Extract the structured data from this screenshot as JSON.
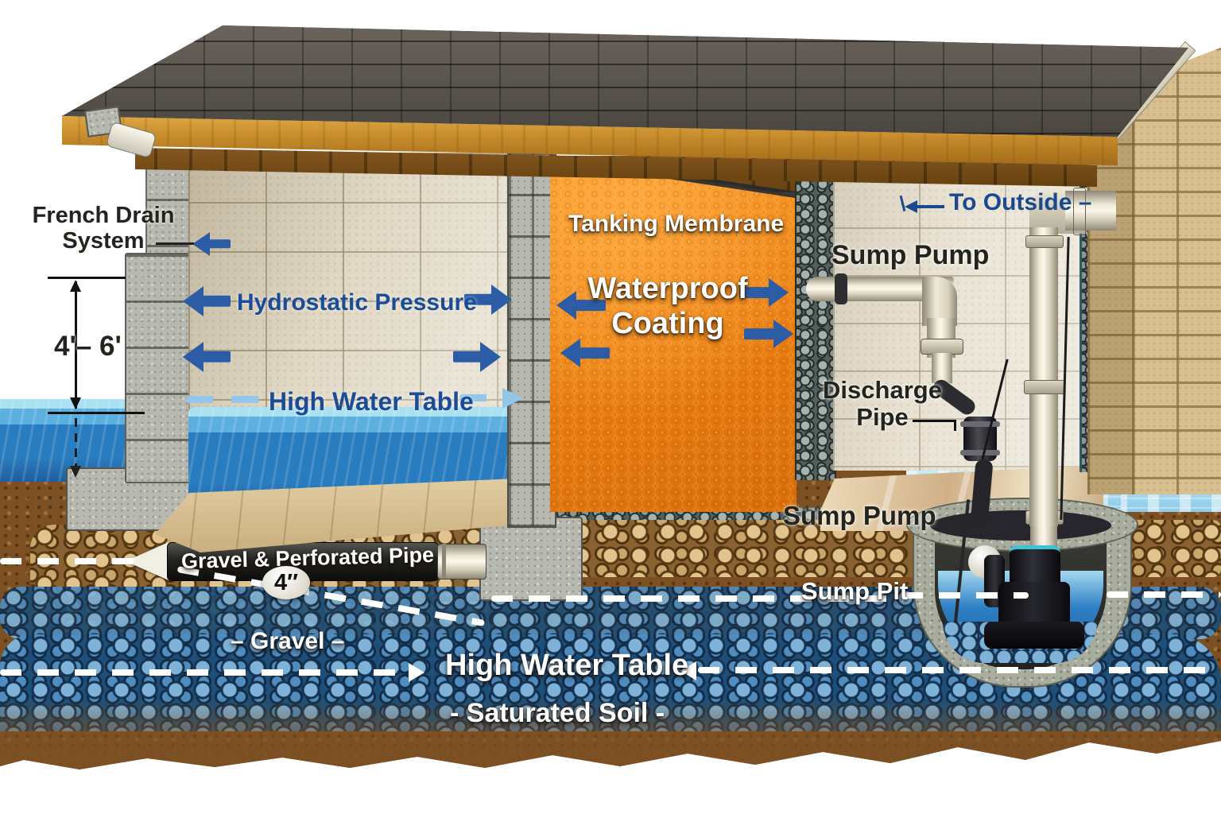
{
  "title": "Basement Waterproofing Cross-Section Diagram",
  "labels": {
    "french_drain_line1": "French Drain",
    "french_drain_line2": "System",
    "depth_range": "4'– 6'",
    "hydrostatic_pressure": "Hydrostatic Pressure",
    "high_water_table_interior": "High Water Table",
    "tanking_membrane": "Tanking Membrane",
    "waterproof_line1": "Waterproof",
    "waterproof_line2": "Coating",
    "to_outside": "To Outside",
    "to_outside_suffix": "–",
    "sump_pump_upper": "Sump Pump",
    "discharge_line1": "Discharge",
    "discharge_line2": "Pipe",
    "sump_pump_lower": "Sump Pump",
    "sump_pit": "Sump Pit",
    "gravel_perforated_pipe": "Gravel & Perforated Pipe",
    "pipe_diameter": "4″",
    "gravel": "– Gravel –",
    "high_water_table_ground": "High Water Table",
    "saturated_soil": "- Saturated Soil -"
  },
  "colors": {
    "arrow_blue": "#2c5ca6",
    "label_blue": "#1b4c96",
    "membrane_orange": "#ee7d12",
    "water_blue": "#2a7cc0",
    "soil_brown": "#7c5022",
    "shingle_gray": "#57524c",
    "wood_gold": "#c5892a",
    "brick_tan": "#d7bf90"
  }
}
